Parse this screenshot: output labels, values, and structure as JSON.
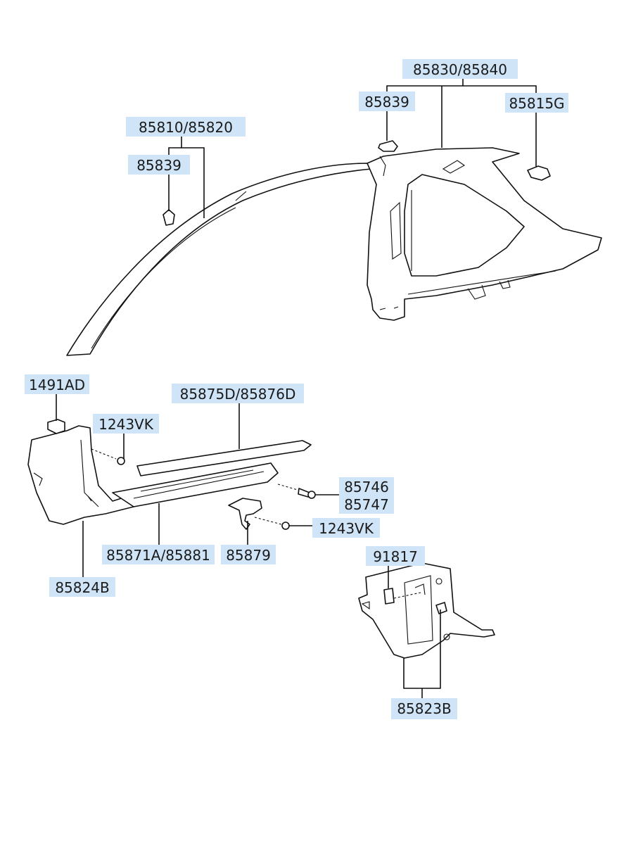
{
  "labels": {
    "l_85830": "85830/85840",
    "l_85839_r": "85839",
    "l_85815g": "85815G",
    "l_85810": "85810/85820",
    "l_85839_l": "85839",
    "l_1491ad": "1491AD",
    "l_1243vk_a": "1243VK",
    "l_85875d": "85875D/85876D",
    "l_85746": "85746",
    "l_85747": "85747",
    "l_1243vk_b": "1243VK",
    "l_85871a": "85871A/85881",
    "l_85879": "85879",
    "l_85824b": "85824B",
    "l_91817": "91817",
    "l_85823b": "85823B"
  },
  "colors": {
    "label_highlight": "#cfe4f7",
    "line": "#111111"
  }
}
